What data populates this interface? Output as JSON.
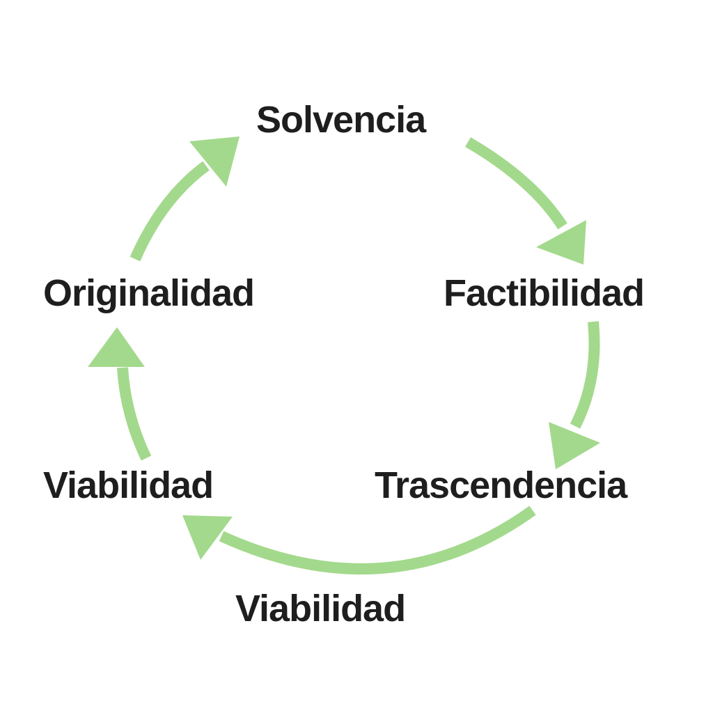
{
  "diagram": {
    "type": "cycle",
    "arrow_color": "#a3d98c",
    "text_color": "#1e1e1e",
    "nodes": [
      {
        "id": "solvencia",
        "label": "Solvencia"
      },
      {
        "id": "factibilidad",
        "label": "Factibilidad"
      },
      {
        "id": "trascendencia",
        "label": "Trascendencia"
      },
      {
        "id": "viabilidad-bottom",
        "label": "Viabilidad"
      },
      {
        "id": "viabilidad-left",
        "label": "Viabilidad"
      },
      {
        "id": "originalidad",
        "label": "Originalidad"
      }
    ],
    "flow_direction": "clockwise"
  }
}
